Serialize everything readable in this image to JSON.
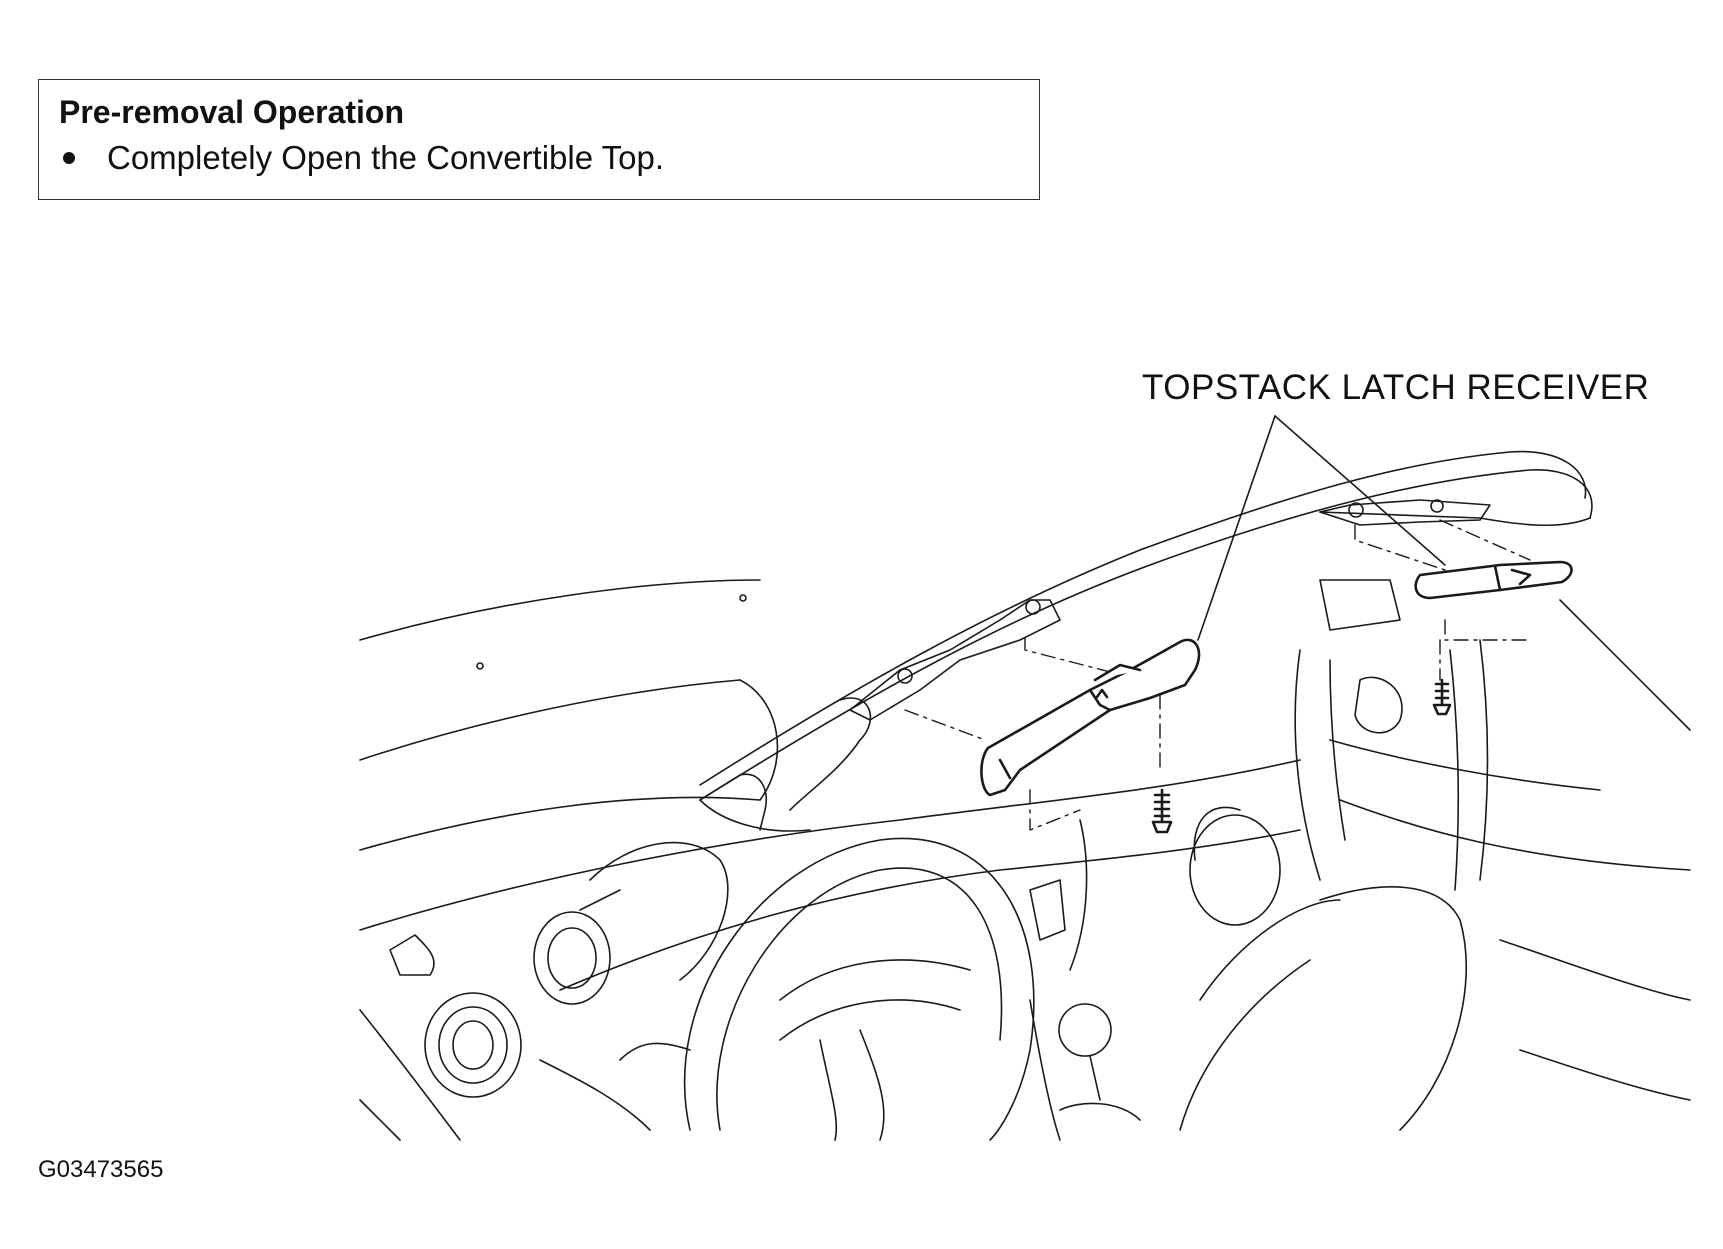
{
  "note": {
    "title": "Pre-removal Operation",
    "items": [
      "Completely Open the Convertible Top."
    ]
  },
  "callout": {
    "label": "TOPSTACK LATCH RECEIVER"
  },
  "figure": {
    "id": "G03473565"
  }
}
